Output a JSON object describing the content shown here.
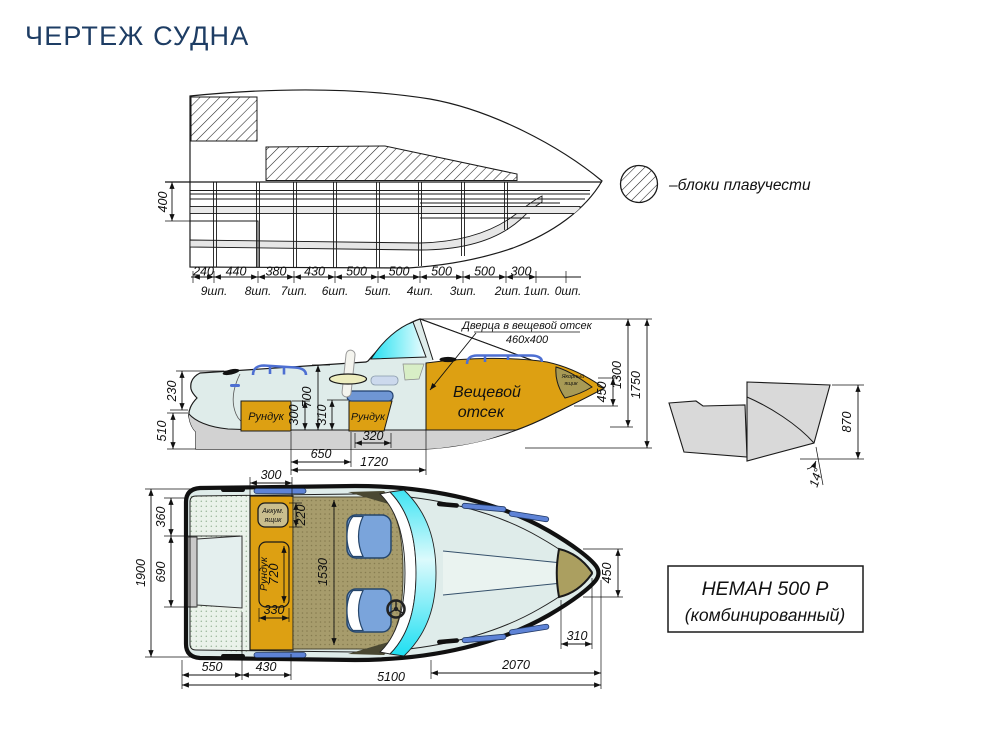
{
  "page": {
    "title": "ЧЕРТЕЖ СУДНА"
  },
  "colors": {
    "accent": "#1e3d64",
    "line": "#1a1a1a",
    "orange": "#dda012",
    "olive": "#a89a55",
    "cockpit_khaki": "#a79c6c",
    "deck_pale": "#dfecea",
    "hull_gray": "#d2d2d2",
    "windshield_cyan": "#35e2f2",
    "seat_blue": "#7aa4db",
    "rail_blue": "#4d6fd2"
  },
  "legend": {
    "label": "–блоки плавучести",
    "symbol": "hatched-circle"
  },
  "profile_view": {
    "height_dim": "400",
    "spacing_dims": [
      "240",
      "440",
      "380",
      "430",
      "500",
      "500",
      "500",
      "500",
      "300"
    ],
    "stations": [
      "9шп.",
      "8шп.",
      "7шп.",
      "6шп.",
      "5шп.",
      "4шп.",
      "3шп.",
      "2шп.",
      "1шп.",
      "0шп."
    ]
  },
  "side_view": {
    "locker_left": "Рундук",
    "locker_right": "Рундук",
    "stowage_line1": "Вещевой",
    "stowage_line2": "отсек",
    "anchor_line1": "Якорный",
    "anchor_line2": "ящик",
    "door_note": "Дверца в вещевой отсек",
    "door_size": "460x400",
    "dims": {
      "d230": "230",
      "d510": "510",
      "d300": "300",
      "d700": "700",
      "d310": "310",
      "d320": "320",
      "d650": "650",
      "d1720": "1720",
      "d450": "450",
      "d1300": "1300",
      "d1750": "1750"
    }
  },
  "transom_view": {
    "dims": {
      "d870": "870",
      "angle": "14°"
    }
  },
  "plan_view": {
    "battery_line1": "Аккум.",
    "battery_line2": "ящик",
    "locker": "Рундук",
    "dims": {
      "d300": "300",
      "d220": "220",
      "d360": "360",
      "d690": "690",
      "d1900": "1900",
      "d720": "720",
      "d1530": "1530",
      "d330": "330",
      "d450": "450",
      "d310": "310",
      "d550": "550",
      "d430": "430",
      "d5100": "5100",
      "d2070": "2070"
    }
  },
  "title_block": {
    "line1": "НЕМАН 500 Р",
    "line2": "(комбинированный)"
  }
}
